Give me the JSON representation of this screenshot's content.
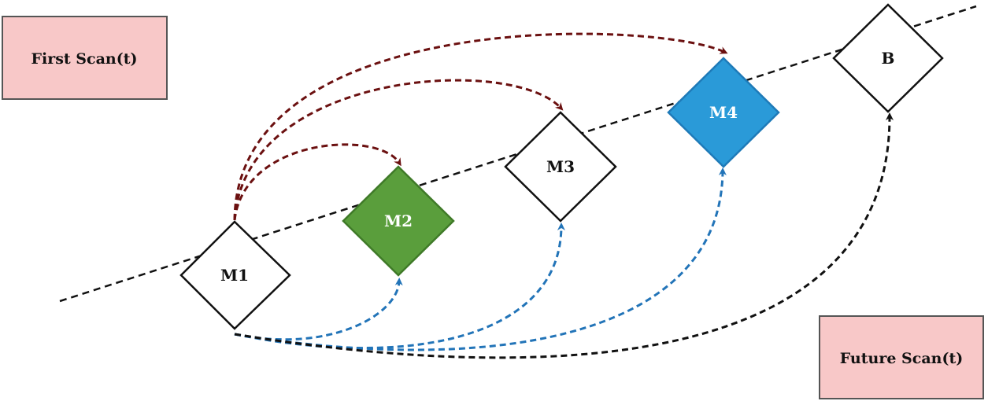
{
  "diagram": {
    "boxes": {
      "first_scan": "First Scan(t)",
      "future_scan": "Future Scan(t)"
    },
    "nodes": {
      "m1": "M1",
      "m2": "M2",
      "m3": "M3",
      "m4": "M4",
      "b": "B"
    },
    "colors": {
      "box_fill": "#f8c8c8",
      "box_stroke": "#555555",
      "m2_fill": "#5a9e3c",
      "m2_stroke": "#3f7a28",
      "m4_fill": "#2a9ad8",
      "m4_stroke": "#1e7ab8",
      "arrow_dark_red": "#6b1010",
      "arrow_blue": "#2274b8",
      "arrow_black": "#111111"
    }
  }
}
